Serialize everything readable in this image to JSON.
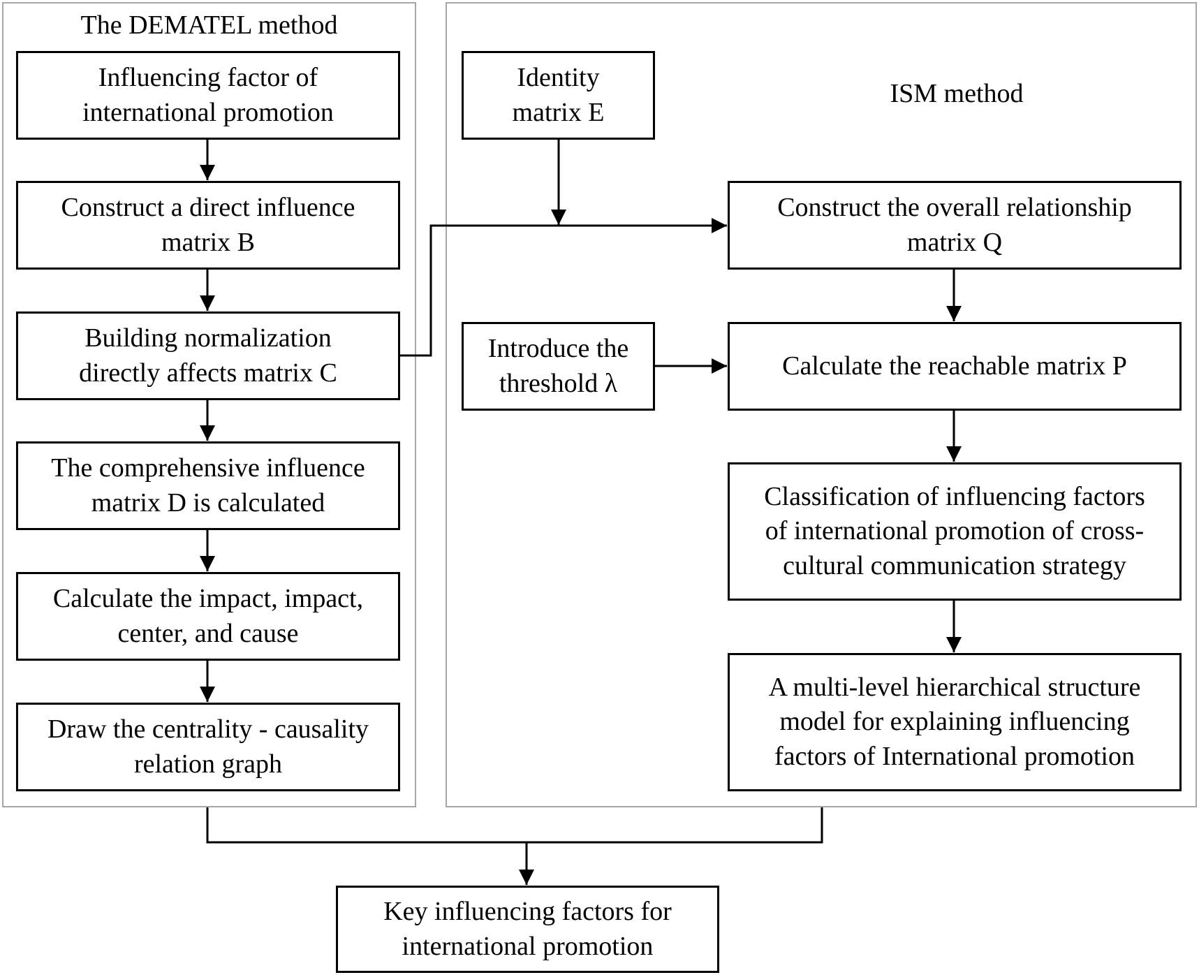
{
  "dematel": {
    "title": "The DEMATEL method",
    "steps": [
      "Influencing factor of\ninternational promotion",
      "Construct a direct influence\nmatrix B",
      "Building normalization\ndirectly affects matrix C",
      "The comprehensive influence\nmatrix D is calculated",
      "Calculate the impact, impact,\ncenter, and cause",
      "Draw the centrality - causality\nrelation graph"
    ]
  },
  "ism": {
    "title": "ISM method",
    "inputs": {
      "identity": "Identity\nmatrix E",
      "threshold": "Introduce the\nthreshold λ"
    },
    "steps": [
      "Construct the overall relationship\nmatrix Q",
      "Calculate the reachable matrix P",
      "Classification of influencing factors\nof international promotion of cross-\ncultural communication strategy",
      "A multi-level hierarchical structure\nmodel for explaining influencing\nfactors of International promotion"
    ]
  },
  "result": "Key influencing factors for\ninternational promotion"
}
